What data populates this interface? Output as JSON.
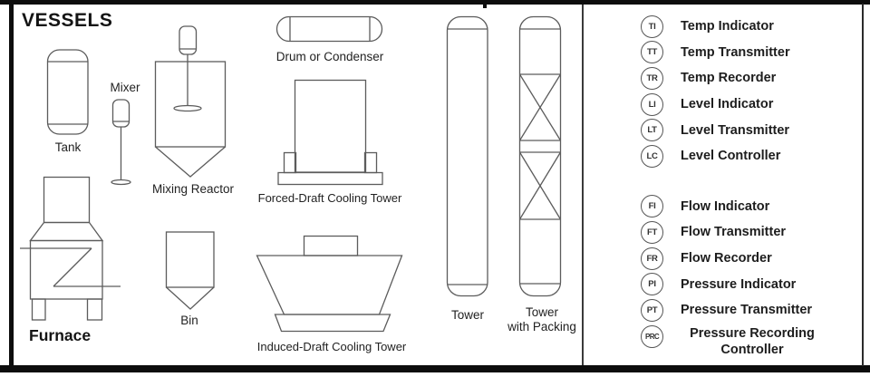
{
  "section": {
    "title": "VESSELS"
  },
  "equipment": {
    "tank": "Tank",
    "mixer": "Mixer",
    "mixing_reactor": "Mixing Reactor",
    "drum_condenser": "Drum or Condenser",
    "forced_draft_cooling_tower": "Forced-Draft Cooling Tower",
    "induced_draft_cooling_tower": "Induced-Draft Cooling Tower",
    "furnace": "Furnace",
    "bin": "Bin",
    "tower": "Tower",
    "tower_with_packing_line1": "Tower",
    "tower_with_packing_line2": "with Packing"
  },
  "legend": {
    "temperature_level": [
      {
        "tag": "TI",
        "label": "Temp Indicator"
      },
      {
        "tag": "TT",
        "label": "Temp Transmitter"
      },
      {
        "tag": "TR",
        "label": "Temp Recorder"
      },
      {
        "tag": "LI",
        "label": "Level Indicator"
      },
      {
        "tag": "LT",
        "label": "Level Transmitter"
      },
      {
        "tag": "LC",
        "label": "Level Controller"
      }
    ],
    "flow_pressure": [
      {
        "tag": "FI",
        "label": "Flow Indicator"
      },
      {
        "tag": "FT",
        "label": "Flow Transmitter"
      },
      {
        "tag": "FR",
        "label": "Flow Recorder"
      },
      {
        "tag": "PI",
        "label": "Pressure Indicator"
      },
      {
        "tag": "PT",
        "label": "Pressure Transmitter"
      },
      {
        "tag": "PRC",
        "label": "Pressure Recording Controller"
      }
    ]
  },
  "colors": {
    "line": "#5c5c5c",
    "text": "#1e1e1e",
    "border": "#0d0d0d",
    "background": "#ffffff"
  }
}
